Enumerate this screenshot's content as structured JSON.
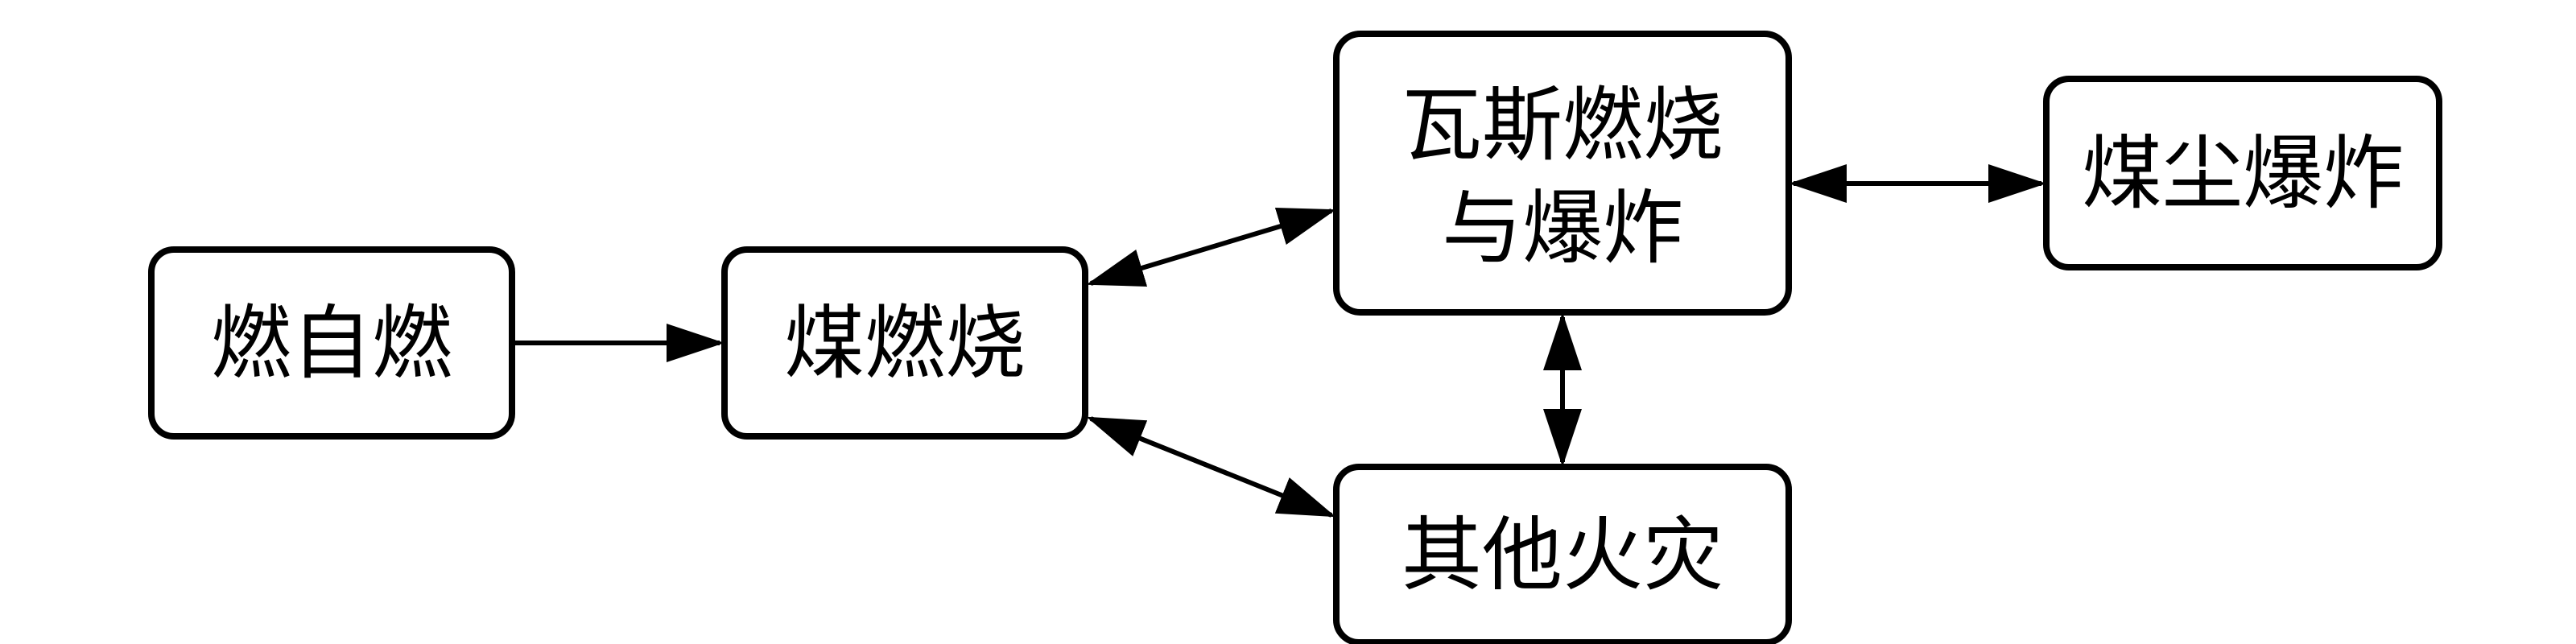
{
  "diagram": {
    "nodes": {
      "spontaneous": {
        "label": "燃自燃"
      },
      "coal_combustion": {
        "label": "煤燃烧"
      },
      "gas_line1": {
        "label": "瓦斯燃烧"
      },
      "gas_line2": {
        "label": "与爆炸"
      },
      "coal_dust": {
        "label": "煤尘爆炸"
      },
      "other_fire": {
        "label": "其他火灾"
      }
    }
  }
}
